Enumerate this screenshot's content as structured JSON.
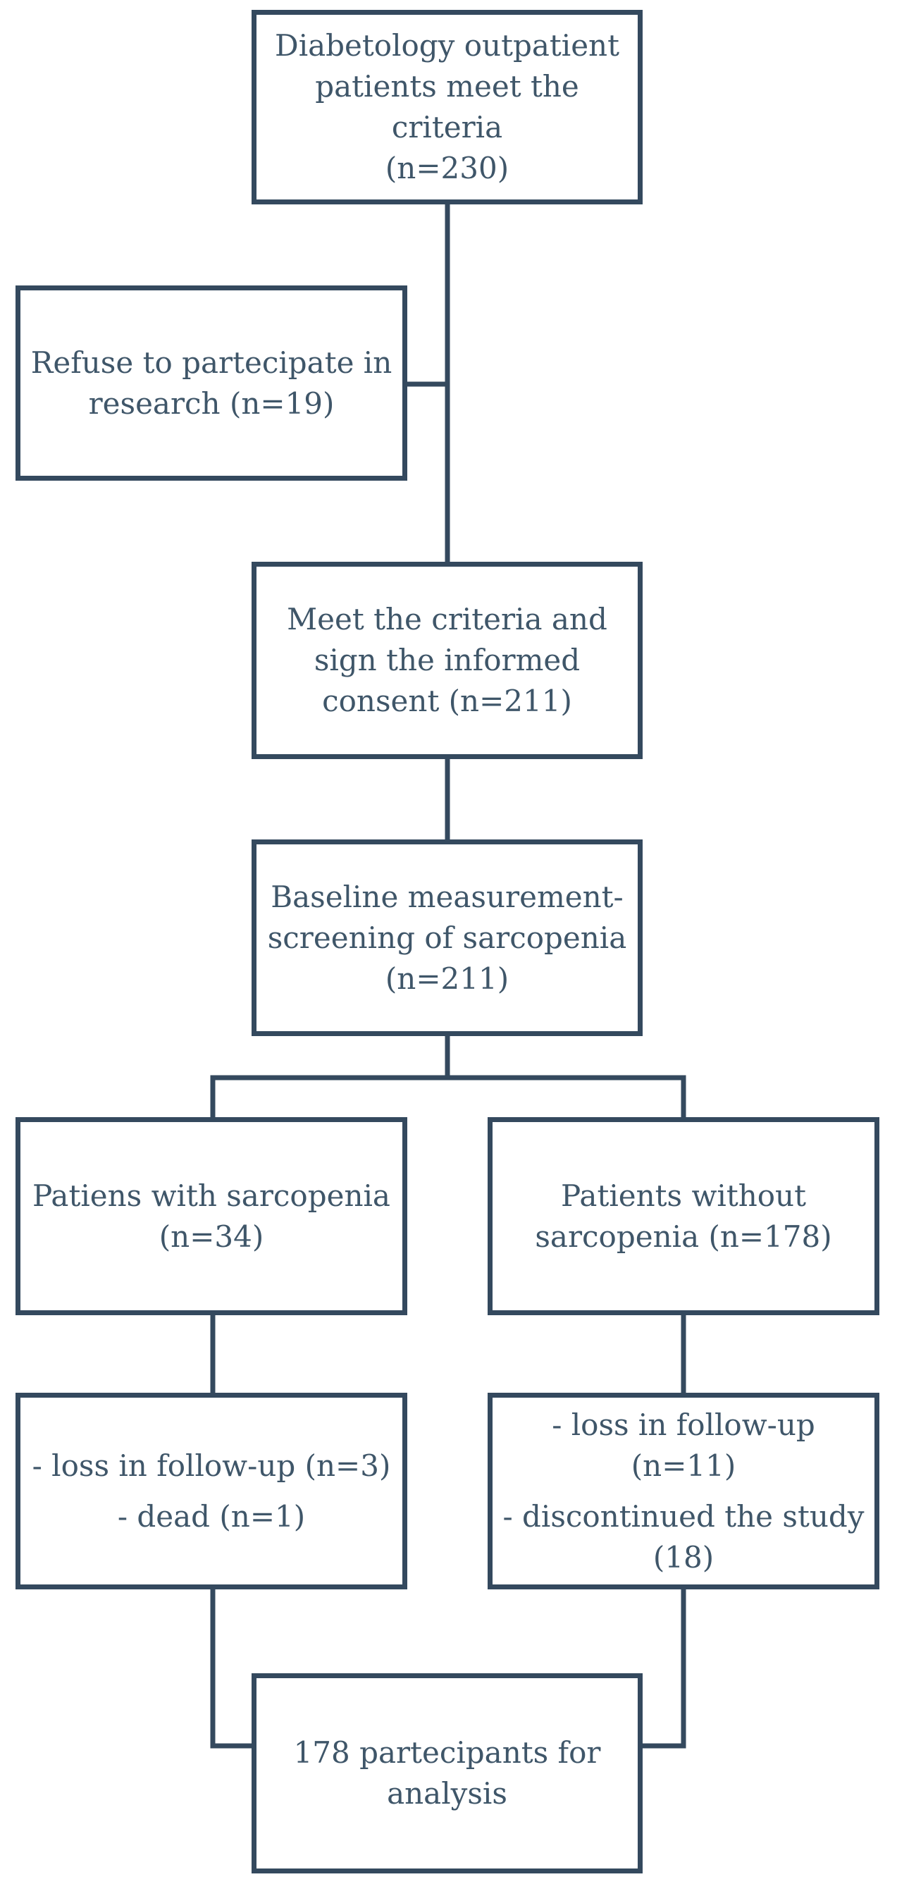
{
  "boxes": {
    "start": {
      "lines": [
        "Diabetology outpatient",
        "patients meet the criteria",
        "(n=230)"
      ]
    },
    "refuse": {
      "lines": [
        "Refuse to partecipate in",
        "research (n=19)"
      ]
    },
    "consent": {
      "lines": [
        "Meet the criteria and",
        "sign the informed",
        "consent (n=211)"
      ]
    },
    "baseline": {
      "lines": [
        "Baseline measurement-",
        "screening of sarcopenia",
        "(n=211)"
      ]
    },
    "sarco": {
      "lines": [
        "Patiens with sarcopenia",
        "(n=34)"
      ]
    },
    "nosarco": {
      "lines": [
        "Patients without",
        "sarcopenia (n=178)"
      ]
    },
    "loss_left": {
      "lines": [
        "- loss in follow-up (n=3)",
        "- dead (n=1)"
      ]
    },
    "loss_right": {
      "lines": [
        "- loss in follow-up",
        "(n=11)",
        "- discontinued the study",
        "(18)"
      ]
    },
    "analysis": {
      "lines": [
        "178 partecipants for",
        "analysis"
      ]
    }
  }
}
